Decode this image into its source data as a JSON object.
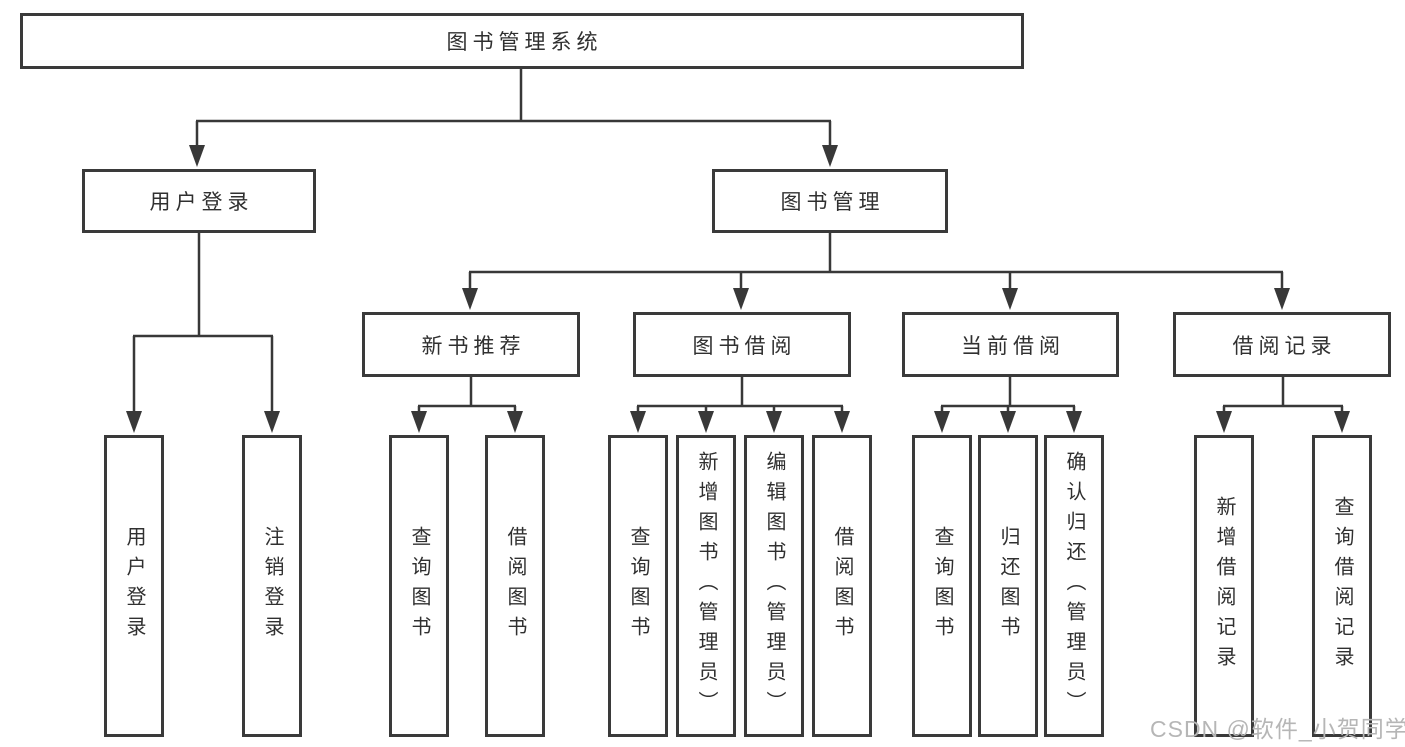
{
  "nodes": {
    "root": {
      "label": "图书管理系统"
    },
    "l2": [
      {
        "label": "用户登录"
      },
      {
        "label": "图书管理"
      }
    ],
    "l3": [
      {
        "label": "新书推荐",
        "parent": "图书管理"
      },
      {
        "label": "图书借阅",
        "parent": "图书管理"
      },
      {
        "label": "当前借阅",
        "parent": "图书管理"
      },
      {
        "label": "借阅记录",
        "parent": "图书管理"
      }
    ],
    "l4": [
      {
        "label": "用户登录",
        "parent": "用户登录"
      },
      {
        "label": "注销登录",
        "parent": "用户登录"
      },
      {
        "label": "查询图书",
        "parent": "新书推荐"
      },
      {
        "label": "借阅图书",
        "parent": "新书推荐"
      },
      {
        "label": "查询图书",
        "parent": "图书借阅"
      },
      {
        "label": "新增图书（管理员）",
        "parent": "图书借阅"
      },
      {
        "label": "编辑图书（管理员）",
        "parent": "图书借阅"
      },
      {
        "label": "借阅图书",
        "parent": "图书借阅"
      },
      {
        "label": "查询图书",
        "parent": "当前借阅"
      },
      {
        "label": "归还图书",
        "parent": "当前借阅"
      },
      {
        "label": "确认归还（管理员）",
        "parent": "当前借阅"
      },
      {
        "label": "新增借阅记录",
        "parent": "借阅记录"
      },
      {
        "label": "查询借阅记录",
        "parent": "借阅记录"
      }
    ]
  },
  "watermark": {
    "text": "CSDN @软件_小贺同学"
  },
  "colors": {
    "line": "#383838",
    "box_border": "#3a3a3a",
    "text": "#303030",
    "watermark": "#b6b6b6",
    "background": "#ffffff"
  }
}
